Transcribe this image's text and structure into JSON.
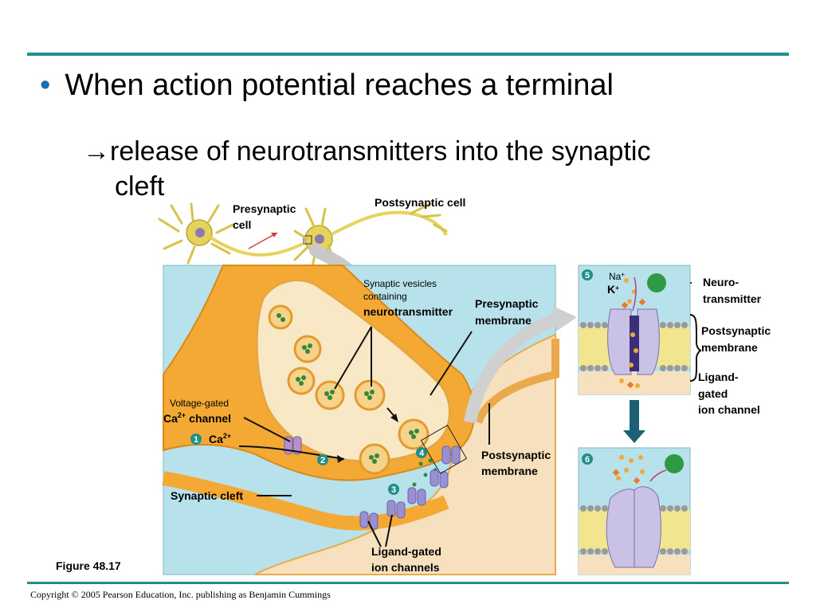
{
  "slide": {
    "bullet": "When action potential reaches a terminal",
    "arrow_glyph": "→",
    "sub_line1": "release of neurotransmitters into the synaptic",
    "sub_line2": "cleft",
    "accent_color": "#1e8f89",
    "bullet_color": "#1e6fb0"
  },
  "figure": {
    "caption": "Figure 48.17",
    "presynaptic_cell": [
      "Presynaptic",
      "cell"
    ],
    "postsynaptic_cell": "Postsynaptic cell",
    "vesicles_label": [
      "Synaptic vesicles",
      "containing"
    ],
    "neurotransmitter_label": "neurotransmitter",
    "presynaptic_membrane": [
      "Presynaptic",
      "membrane"
    ],
    "voltage_gated": "Voltage-gated",
    "ca_channel": "channel",
    "ion_symbol": "Ca",
    "ion_charge": "2+",
    "postsynaptic_membrane_main": [
      "Postsynaptic",
      "membrane"
    ],
    "synaptic_cleft": "Synaptic cleft",
    "ligand_gated_channels": [
      "Ligand-gated",
      "ion channels"
    ],
    "steps": [
      "1",
      "2",
      "3",
      "4",
      "5",
      "6"
    ],
    "na_label": "Na",
    "k_label": "K",
    "plus": "+",
    "right_neurotransmitter": [
      "Neuro-",
      "transmitter"
    ],
    "right_postsynaptic_membrane": [
      "Postsynaptic",
      "membrane"
    ],
    "right_ligand_channel": [
      "Ligand-",
      "gated",
      "ion channel"
    ]
  },
  "footer": {
    "copyright": "Copyright © 2005 Pearson Education, Inc. publishing as Benjamin Cummings"
  }
}
